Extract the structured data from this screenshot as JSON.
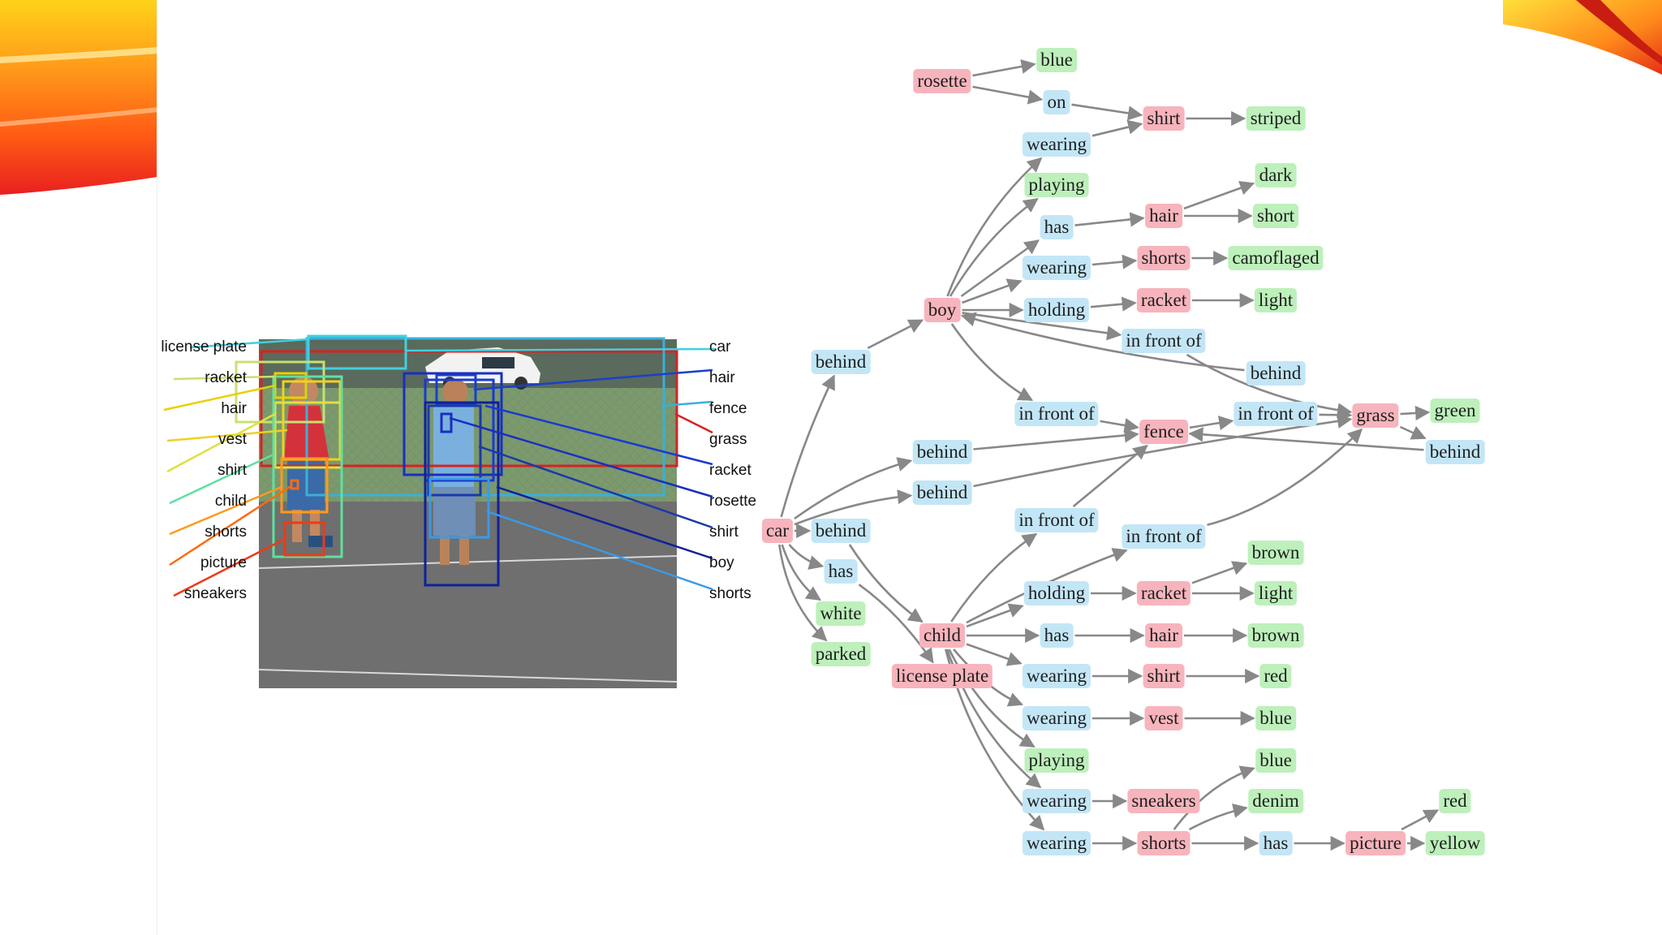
{
  "colors": {
    "object": "#f7b4bc",
    "relation": "#c3e6f6",
    "attribute": "#bdf0bb",
    "edge": "#888888"
  },
  "photo": {
    "left_labels": [
      "license plate",
      "racket",
      "hair",
      "vest",
      "shirt",
      "child",
      "shorts",
      "picture",
      "sneakers"
    ],
    "right_labels": [
      "car",
      "hair",
      "fence",
      "grass",
      "racket",
      "rosette",
      "shirt",
      "boy",
      "shorts"
    ]
  },
  "graph": {
    "nodes": [
      {
        "id": "rosette",
        "label": "rosette",
        "kind": "object"
      },
      {
        "id": "blue1",
        "label": "blue",
        "kind": "attribute"
      },
      {
        "id": "on",
        "label": "on",
        "kind": "relation"
      },
      {
        "id": "shirt1",
        "label": "shirt",
        "kind": "object"
      },
      {
        "id": "striped",
        "label": "striped",
        "kind": "attribute"
      },
      {
        "id": "wearing1",
        "label": "wearing",
        "kind": "relation"
      },
      {
        "id": "playing1",
        "label": "playing",
        "kind": "attribute"
      },
      {
        "id": "has1",
        "label": "has",
        "kind": "relation"
      },
      {
        "id": "hair1",
        "label": "hair",
        "kind": "object"
      },
      {
        "id": "dark",
        "label": "dark",
        "kind": "attribute"
      },
      {
        "id": "short",
        "label": "short",
        "kind": "attribute"
      },
      {
        "id": "wearing2",
        "label": "wearing",
        "kind": "relation"
      },
      {
        "id": "shorts1",
        "label": "shorts",
        "kind": "object"
      },
      {
        "id": "camoflaged",
        "label": "camoflaged",
        "kind": "attribute"
      },
      {
        "id": "boy",
        "label": "boy",
        "kind": "object"
      },
      {
        "id": "holding1",
        "label": "holding",
        "kind": "relation"
      },
      {
        "id": "racket1",
        "label": "racket",
        "kind": "object"
      },
      {
        "id": "light1",
        "label": "light",
        "kind": "attribute"
      },
      {
        "id": "infront1",
        "label": "in front of",
        "kind": "relation"
      },
      {
        "id": "behind1",
        "label": "behind",
        "kind": "relation"
      },
      {
        "id": "behind2",
        "label": "behind",
        "kind": "relation"
      },
      {
        "id": "infront2",
        "label": "in front of",
        "kind": "relation"
      },
      {
        "id": "fence",
        "label": "fence",
        "kind": "object"
      },
      {
        "id": "infront3",
        "label": "in front of",
        "kind": "relation"
      },
      {
        "id": "grass",
        "label": "grass",
        "kind": "object"
      },
      {
        "id": "green",
        "label": "green",
        "kind": "attribute"
      },
      {
        "id": "behind3",
        "label": "behind",
        "kind": "relation"
      },
      {
        "id": "behind4",
        "label": "behind",
        "kind": "relation"
      },
      {
        "id": "behind5",
        "label": "behind",
        "kind": "relation"
      },
      {
        "id": "car",
        "label": "car",
        "kind": "object"
      },
      {
        "id": "behind6",
        "label": "behind",
        "kind": "relation"
      },
      {
        "id": "infront4",
        "label": "in front of",
        "kind": "relation"
      },
      {
        "id": "infront5",
        "label": "in front of",
        "kind": "relation"
      },
      {
        "id": "has2",
        "label": "has",
        "kind": "relation"
      },
      {
        "id": "white",
        "label": "white",
        "kind": "attribute"
      },
      {
        "id": "parked",
        "label": "parked",
        "kind": "attribute"
      },
      {
        "id": "child",
        "label": "child",
        "kind": "object"
      },
      {
        "id": "licenseplate",
        "label": "license plate",
        "kind": "object"
      },
      {
        "id": "brown1",
        "label": "brown",
        "kind": "attribute"
      },
      {
        "id": "holding2",
        "label": "holding",
        "kind": "relation"
      },
      {
        "id": "racket2",
        "label": "racket",
        "kind": "object"
      },
      {
        "id": "light2",
        "label": "light",
        "kind": "attribute"
      },
      {
        "id": "has3",
        "label": "has",
        "kind": "relation"
      },
      {
        "id": "hair2",
        "label": "hair",
        "kind": "object"
      },
      {
        "id": "brown2",
        "label": "brown",
        "kind": "attribute"
      },
      {
        "id": "wearing3",
        "label": "wearing",
        "kind": "relation"
      },
      {
        "id": "shirt2",
        "label": "shirt",
        "kind": "object"
      },
      {
        "id": "red1",
        "label": "red",
        "kind": "attribute"
      },
      {
        "id": "wearing4",
        "label": "wearing",
        "kind": "relation"
      },
      {
        "id": "vest",
        "label": "vest",
        "kind": "object"
      },
      {
        "id": "blue2",
        "label": "blue",
        "kind": "attribute"
      },
      {
        "id": "playing2",
        "label": "playing",
        "kind": "attribute"
      },
      {
        "id": "blue3",
        "label": "blue",
        "kind": "attribute"
      },
      {
        "id": "wearing5",
        "label": "wearing",
        "kind": "relation"
      },
      {
        "id": "sneakers",
        "label": "sneakers",
        "kind": "object"
      },
      {
        "id": "denim",
        "label": "denim",
        "kind": "attribute"
      },
      {
        "id": "red2",
        "label": "red",
        "kind": "attribute"
      },
      {
        "id": "wearing6",
        "label": "wearing",
        "kind": "relation"
      },
      {
        "id": "shorts2",
        "label": "shorts",
        "kind": "object"
      },
      {
        "id": "has4",
        "label": "has",
        "kind": "relation"
      },
      {
        "id": "picture",
        "label": "picture",
        "kind": "object"
      },
      {
        "id": "yellow",
        "label": "yellow",
        "kind": "attribute"
      }
    ],
    "edges": [
      [
        "rosette",
        "blue1"
      ],
      [
        "rosette",
        "on"
      ],
      [
        "on",
        "shirt1"
      ],
      [
        "shirt1",
        "striped"
      ],
      [
        "wearing1",
        "shirt1"
      ],
      [
        "boy",
        "wearing1"
      ],
      [
        "boy",
        "playing1"
      ],
      [
        "boy",
        "has1"
      ],
      [
        "boy",
        "wearing2"
      ],
      [
        "boy",
        "holding1"
      ],
      [
        "boy",
        "infront1"
      ],
      [
        "boy",
        "infront2"
      ],
      [
        "has1",
        "hair1"
      ],
      [
        "hair1",
        "dark"
      ],
      [
        "hair1",
        "short"
      ],
      [
        "wearing2",
        "shorts1"
      ],
      [
        "shorts1",
        "camoflaged"
      ],
      [
        "holding1",
        "racket1"
      ],
      [
        "racket1",
        "light1"
      ],
      [
        "behind2",
        "boy"
      ],
      [
        "infront1",
        "grass"
      ],
      [
        "infront2",
        "fence"
      ],
      [
        "fence",
        "infront3"
      ],
      [
        "infront3",
        "grass"
      ],
      [
        "grass",
        "green"
      ],
      [
        "grass",
        "behind5"
      ],
      [
        "behind5",
        "fence"
      ],
      [
        "behind1",
        "boy"
      ],
      [
        "car",
        "behind1"
      ],
      [
        "car",
        "behind3"
      ],
      [
        "car",
        "behind4"
      ],
      [
        "car",
        "behind6"
      ],
      [
        "car",
        "has2"
      ],
      [
        "car",
        "white"
      ],
      [
        "car",
        "parked"
      ],
      [
        "behind3",
        "fence"
      ],
      [
        "behind4",
        "grass"
      ],
      [
        "behind6",
        "child"
      ],
      [
        "has2",
        "licenseplate"
      ],
      [
        "child",
        "infront4"
      ],
      [
        "child",
        "infront5"
      ],
      [
        "infront4",
        "fence"
      ],
      [
        "infront5",
        "grass"
      ],
      [
        "child",
        "holding2"
      ],
      [
        "holding2",
        "racket2"
      ],
      [
        "racket2",
        "brown1"
      ],
      [
        "racket2",
        "light2"
      ],
      [
        "child",
        "has3"
      ],
      [
        "has3",
        "hair2"
      ],
      [
        "hair2",
        "brown2"
      ],
      [
        "child",
        "wearing3"
      ],
      [
        "wearing3",
        "shirt2"
      ],
      [
        "shirt2",
        "red1"
      ],
      [
        "child",
        "wearing4"
      ],
      [
        "wearing4",
        "vest"
      ],
      [
        "vest",
        "blue2"
      ],
      [
        "child",
        "playing2"
      ],
      [
        "child",
        "wearing5"
      ],
      [
        "wearing5",
        "sneakers"
      ],
      [
        "child",
        "wearing6"
      ],
      [
        "wearing6",
        "shorts2"
      ],
      [
        "shorts2",
        "blue3"
      ],
      [
        "shorts2",
        "denim"
      ],
      [
        "shorts2",
        "has4"
      ],
      [
        "has4",
        "picture"
      ],
      [
        "picture",
        "red2"
      ],
      [
        "picture",
        "yellow"
      ]
    ]
  }
}
